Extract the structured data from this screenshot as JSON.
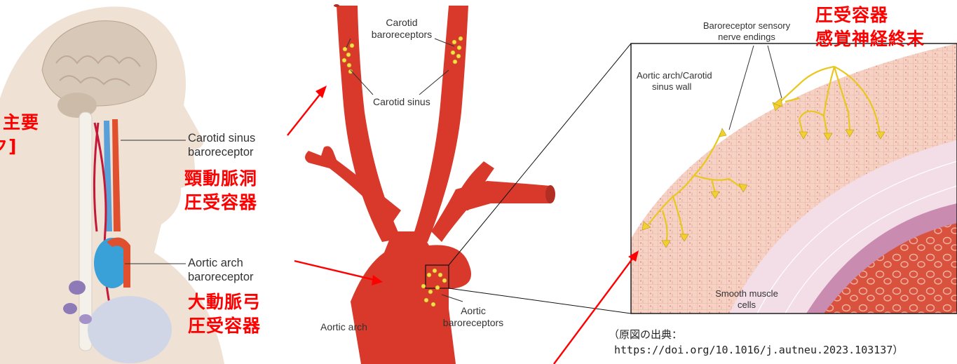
{
  "labels": {
    "carotid_sinus_baroreceptor": [
      "Carotid sinus",
      "baroreceptor"
    ],
    "aortic_arch_baroreceptor": [
      "Aortic arch",
      "baroreceptor"
    ],
    "carotid_baroreceptors": [
      "Carotid",
      "baroreceptors"
    ],
    "carotid_sinus": "Carotid sinus",
    "aortic_arch": "Aortic arch",
    "aortic_baroreceptors": [
      "Aortic",
      "baroreceptors"
    ],
    "baroreceptor_sensory_nerve_endings": [
      "Baroreceptor sensory",
      "nerve endings"
    ],
    "aortic_arch_carotid_sinus_wall": [
      "Aortic arch/Carotid",
      "sinus wall"
    ],
    "smooth_muscle_cells": [
      "Smooth muscle",
      "cells"
    ]
  },
  "japanese_labels": {
    "cut_off_left": [
      "主要",
      "ク]"
    ],
    "carotid_sinus": [
      "頸動脈洞",
      "圧受容器"
    ],
    "aortic_arch": [
      "大動脈弓",
      "圧受容器"
    ],
    "nerve_endings": [
      "圧受容器",
      "感覚神経終末"
    ]
  },
  "citation": {
    "label": "（原図の出典：",
    "url": "https://doi.org/10.1016/j.autneu.2023.103137）"
  },
  "colors": {
    "annotation": "#ff0000",
    "artery": "#d9392b",
    "baroreceptor": "#f6e04a",
    "nerve": "#e8c820",
    "vessel_wall": "#f5cfc0",
    "inner_wall": "#c98cb0",
    "blood": "#d9523e"
  }
}
